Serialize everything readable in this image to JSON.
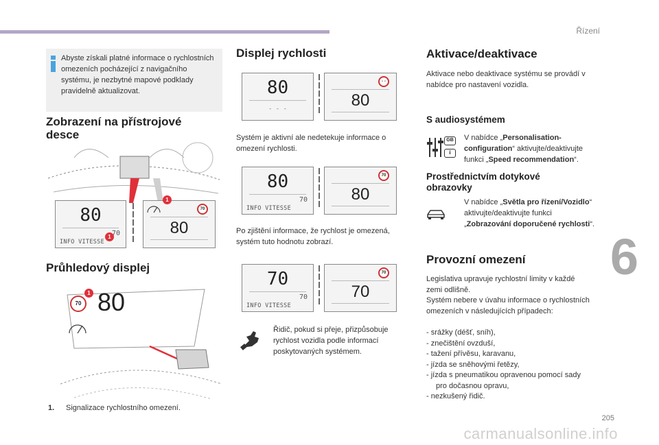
{
  "header": {
    "chapter": "Řízení",
    "chapter_number": "6",
    "page_number": "205",
    "watermark": "carmanualsonline.info"
  },
  "info": {
    "text": "Abyste získali platné informace o rychlostních omezeních pocházející z navigačního systému, je nezbytné mapové podklady pravidelně aktualizovat."
  },
  "col1": {
    "heading_instrument": "Zobrazení na přístrojové desce",
    "heading_hud": "Průhledový displej",
    "instrument": {
      "left_big": "80",
      "left_small": "70",
      "left_label": "INFO VITESSE",
      "right_badge": "70",
      "right_value": "80"
    },
    "hud": {
      "badge": "70",
      "value": "80"
    },
    "markers": [
      "1",
      "1",
      "1"
    ],
    "footnote_num": "1.",
    "footnote": "Signalizace rychlostního omezení."
  },
  "col2": {
    "heading": "Displej rychlosti",
    "d1": {
      "left_big": "80",
      "left_dash": "- - -",
      "right_badge": "- -",
      "right_value": "80"
    },
    "text1": "Systém je aktivní ale nedetekuje informace o omezení rychlosti.",
    "d2": {
      "left_big": "80",
      "left_small": "70",
      "left_label": "INFO VITESSE",
      "right_badge": "70",
      "right_value": "80"
    },
    "text2": "Po zjištění informace, že rychlost je omezená, systém tuto hodnotu zobrazí.",
    "d3": {
      "left_big": "70",
      "left_small": "70",
      "left_label": "INFO VITESSE",
      "right_badge": "70",
      "right_value": "70"
    },
    "text3": "Řidič, pokud si přeje, přizpůsobuje rychlost vozidla podle informací poskytovaných systémem."
  },
  "col3": {
    "heading": "Aktivace/deaktivace",
    "intro": "Aktivace nebo deaktivace systému se provádí v nabídce pro nastavení vozidla.",
    "sub_audio": "S audiosystémem",
    "audio": {
      "p1": "V nabídce „",
      "b1": "Personalisation-configuration",
      "p2": "“ aktivujte/deaktivujte funkci „",
      "b2": "Speed recommendation",
      "p3": "“."
    },
    "audio_icon_labels": {
      "gb": "GB",
      "i": "i"
    },
    "sub_touch": "Prostřednictvím dotykové obrazovky",
    "touch": {
      "p1": "V nabídce „",
      "b1": "Světla pro řízení/Vozidlo",
      "p2": "“ aktivujte/deaktivujte funkci „",
      "b2": "Zobrazování doporučené rychlosti",
      "p3": "“."
    },
    "heading_limits": "Provozní omezení",
    "limits_intro": "Legislativa upravuje rychlostní limity v každé zemi odlišně.",
    "limits_text": "Systém nebere v úvahu informace o rychlostních omezeních v následujících případech:",
    "items": [
      "-   srážky (déšť, sníh),",
      "-   znečištění ovzduší,",
      "-   tažení přívěsu, karavanu,",
      "-   jízda se sněhovými řetězy,",
      "-   jízda s pneumatikou opravenou pomocí sady pro dočasnou opravu,",
      "-   nezkušený řidič."
    ]
  }
}
